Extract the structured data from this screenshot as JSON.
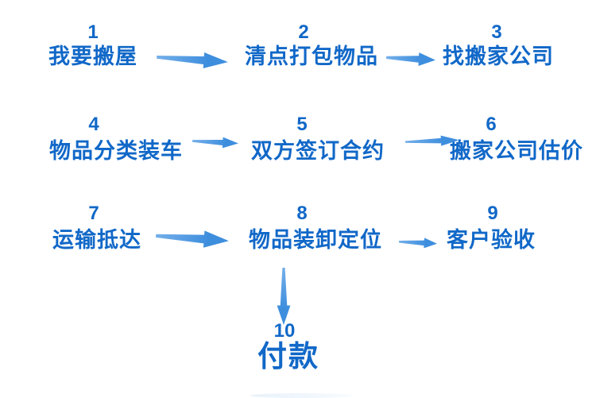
{
  "colors": {
    "text": "#1168C8",
    "arrow": "#3E8EDE",
    "arrow_light": "#74AFE9",
    "background": "#FFFFFF"
  },
  "steps": [
    {
      "number": "1",
      "label": "我要搬屋"
    },
    {
      "number": "2",
      "label": "清点打包物品"
    },
    {
      "number": "3",
      "label": "找搬家公司"
    },
    {
      "number": "4",
      "label": "物品分类装车"
    },
    {
      "number": "5",
      "label": "双方签订合约"
    },
    {
      "number": "6",
      "label": "搬家公司估价"
    },
    {
      "number": "7",
      "label": "运输抵达"
    },
    {
      "number": "8",
      "label": "物品装卸定位"
    },
    {
      "number": "9",
      "label": "客户验收"
    },
    {
      "number": "10",
      "label": "付款"
    }
  ]
}
